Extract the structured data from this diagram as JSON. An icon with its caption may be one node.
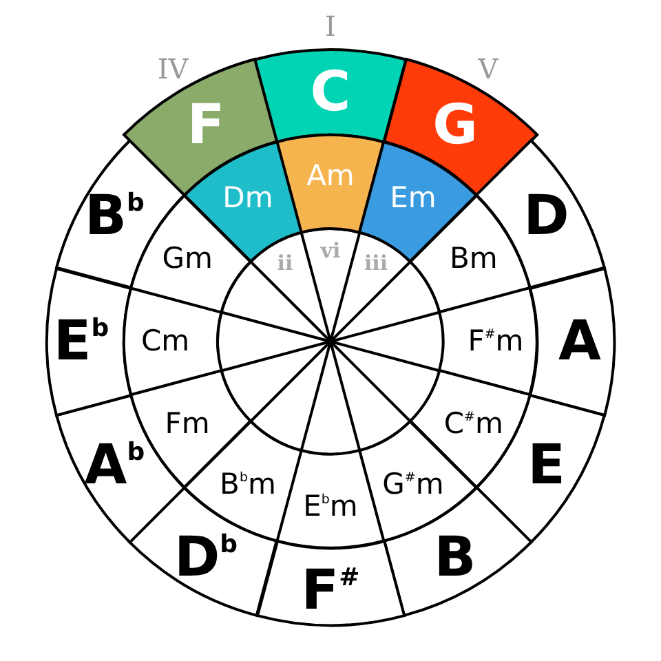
{
  "diagram": {
    "nodes": [
      {
        "text": [
          "C"
        ],
        "beside": [
          "I"
        ]
      },
      {
        "text": [
          "G"
        ],
        "beside": [
          "V"
        ]
      },
      {
        "text": [
          "D"
        ]
      },
      {
        "text": [
          "A"
        ]
      },
      {
        "text": [
          "E"
        ]
      },
      {
        "text": [
          "B"
        ]
      },
      {
        "text": [
          "F$^{#}$"
        ]
      },
      {
        "text": [
          "D$^{b}$"
        ]
      },
      {
        "text": [
          "A$^{b}$"
        ]
      },
      {
        "text": [
          "E$^{b}$"
        ]
      },
      {
        "text": [
          "B$^{b}$"
        ]
      },
      {
        "text": [
          "F"
        ],
        "beside": [
          "IV"
        ]
      },
      {
        "text": [
          "Am"
        ]
      },
      {
        "text": [
          "Em"
        ]
      },
      {
        "text": [
          "Bm"
        ]
      },
      {
        "text": [
          "F$^{#}$m"
        ]
      },
      {
        "text": [
          "C$^{#}$m"
        ]
      },
      {
        "text": [
          "G$^{#}$m"
        ]
      },
      {
        "text": [
          "E$^{b}$m"
        ]
      },
      {
        "text": [
          "B$^{b}$m"
        ]
      },
      {
        "text": [
          "Fm"
        ]
      },
      {
        "text": [
          "Cm"
        ]
      },
      {
        "text": [
          "Gm"
        ]
      },
      {
        "text": [
          "Dm"
        ]
      }
    ],
    "labels": [
      "ii",
      "vi",
      "iii"
    ]
  }
}
